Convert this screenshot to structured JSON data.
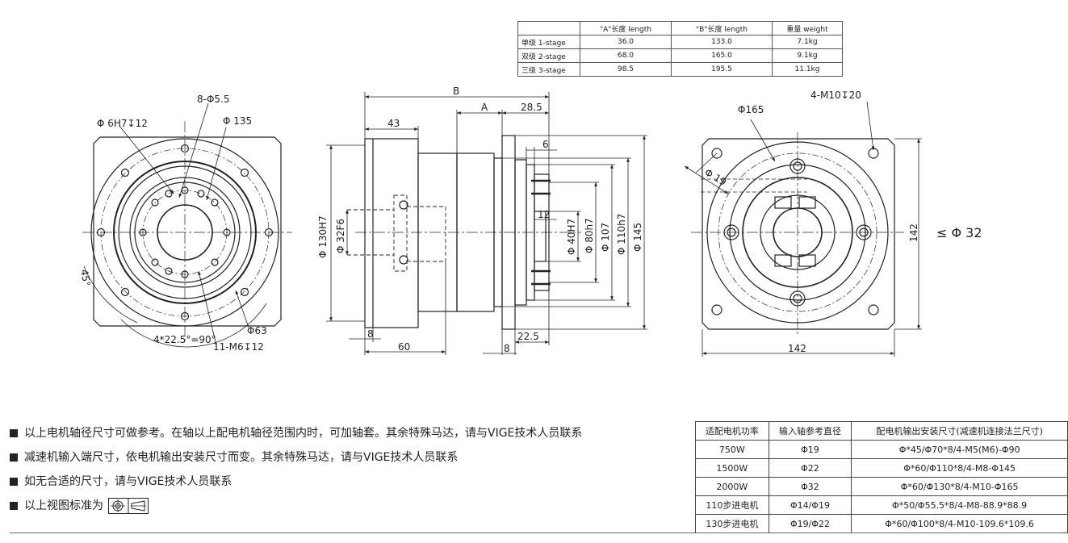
{
  "spec_table": {
    "headers": [
      "",
      "\"A\"长度 length",
      "\"B\"长度  length",
      "重量 weight"
    ],
    "rows": [
      [
        "单级 1-stage",
        "36.0",
        "133.0",
        "7.1kg"
      ],
      [
        "双级 2-stage",
        "68.0",
        "165.0",
        "9.1kg"
      ],
      [
        "三级 3-stage",
        "98.5",
        "195.5",
        "11.1kg"
      ]
    ]
  },
  "dims": {
    "front": {
      "d1": "8-Φ5.5",
      "d2": "Φ 6H7↧12",
      "d3": "Φ 135",
      "d4": "45°",
      "d5": "Φ63",
      "d6": "4*22.5°=90°",
      "d7": "11-M6↧12"
    },
    "side": {
      "b": "B",
      "a": "A",
      "d285": "28.5",
      "d43": "43",
      "d6": "6",
      "d12": "12",
      "dh130": "Φ 130H7",
      "dh32": "Φ 32F6",
      "dh40": "Φ 40H7",
      "dh80": "Φ 80h7",
      "d107": "Φ 107",
      "dh110": "Φ 110h7",
      "d145": "Φ 145",
      "d8a": "8",
      "d60": "60",
      "d225": "22.5",
      "d8b": "8"
    },
    "rear": {
      "d165": "Φ165",
      "m10": "4-M10↧20",
      "d19": "Φ 19",
      "d142v": "142",
      "d142h": "142",
      "d32": "≤ Φ 32"
    }
  },
  "notes": [
    "以上电机轴径尺寸可做参考。在轴以上配电机轴径范围内时，可加轴套。其余特殊马达，请与VIGE技术人员联系",
    "减速机输入端尺寸，依电机输出安装尺寸而变。其余特殊马达，请与VIGE技术人员联系",
    "如无合适的尺寸，请与VIGE技术人员联系",
    "以上视图标准为"
  ],
  "motor_table": {
    "headers": [
      "适配电机功率",
      "输入轴参考直径",
      "配电机输出安装尺寸(减速机连接法兰尺寸)"
    ],
    "rows": [
      [
        "750W",
        "Φ19",
        "Φ*45/Φ70*8/4-M5(M6)-Φ90"
      ],
      [
        "1500W",
        "Φ22",
        "Φ*60/Φ110*8/4-M8-Φ145"
      ],
      [
        "2000W",
        "Φ32",
        "Φ*60/Φ130*8/4-M10-Φ165"
      ],
      [
        "110步进电机",
        "Φ14/Φ19",
        "Φ*50/Φ55.5*8/4-M8-88.9*88.9"
      ],
      [
        "130步进电机",
        "Φ19/Φ22",
        "Φ*60/Φ100*8/4-M10-109.6*109.6"
      ]
    ]
  }
}
